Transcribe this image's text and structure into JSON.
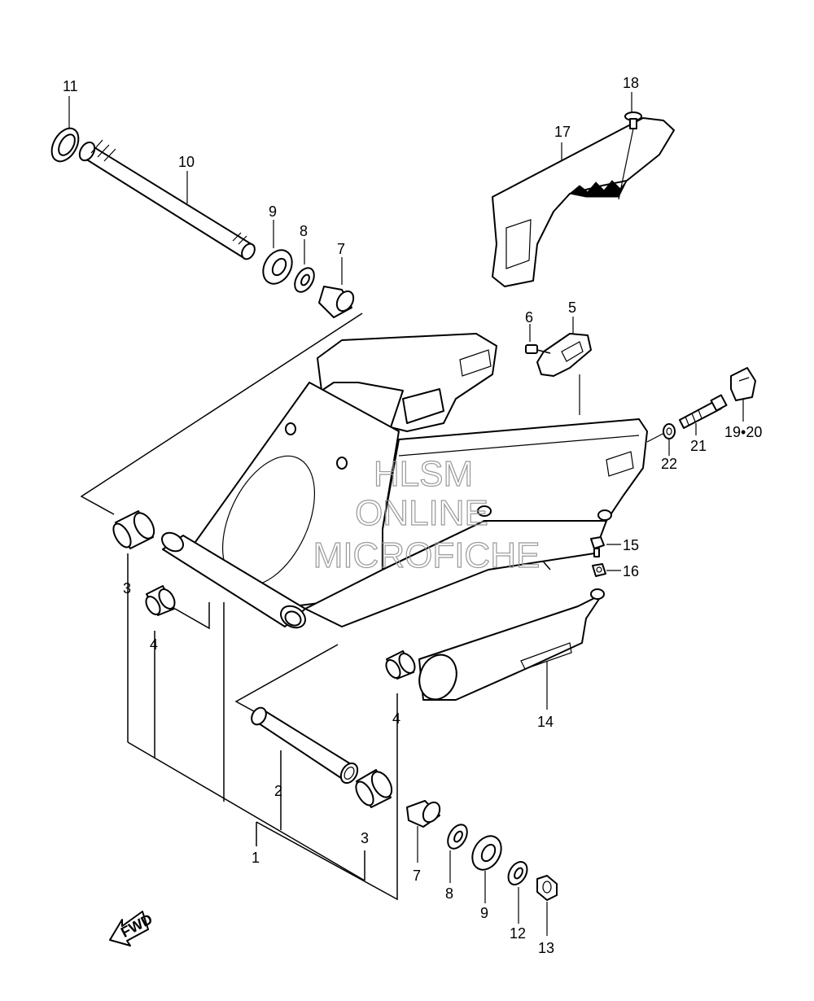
{
  "watermark": {
    "line1": "HLSM",
    "line2": "ONLINE",
    "line3": "MICROFICHE"
  },
  "fwd_label": "FWD",
  "callouts": [
    {
      "id": "c1",
      "text": "1"
    },
    {
      "id": "c2",
      "text": "2"
    },
    {
      "id": "c3a",
      "text": "3"
    },
    {
      "id": "c3b",
      "text": "3"
    },
    {
      "id": "c4a",
      "text": "4"
    },
    {
      "id": "c4b",
      "text": "4"
    },
    {
      "id": "c5",
      "text": "5"
    },
    {
      "id": "c6",
      "text": "6"
    },
    {
      "id": "c7a",
      "text": "7"
    },
    {
      "id": "c7b",
      "text": "7"
    },
    {
      "id": "c8a",
      "text": "8"
    },
    {
      "id": "c8b",
      "text": "8"
    },
    {
      "id": "c9a",
      "text": "9"
    },
    {
      "id": "c9b",
      "text": "9"
    },
    {
      "id": "c10",
      "text": "10"
    },
    {
      "id": "c11",
      "text": "11"
    },
    {
      "id": "c12",
      "text": "12"
    },
    {
      "id": "c13",
      "text": "13"
    },
    {
      "id": "c14",
      "text": "14"
    },
    {
      "id": "c15",
      "text": "15"
    },
    {
      "id": "c16",
      "text": "16"
    },
    {
      "id": "c17",
      "text": "17"
    },
    {
      "id": "c18",
      "text": "18"
    },
    {
      "id": "c19_20",
      "text": "19•20"
    },
    {
      "id": "c21",
      "text": "21"
    },
    {
      "id": "c22",
      "text": "22"
    }
  ]
}
